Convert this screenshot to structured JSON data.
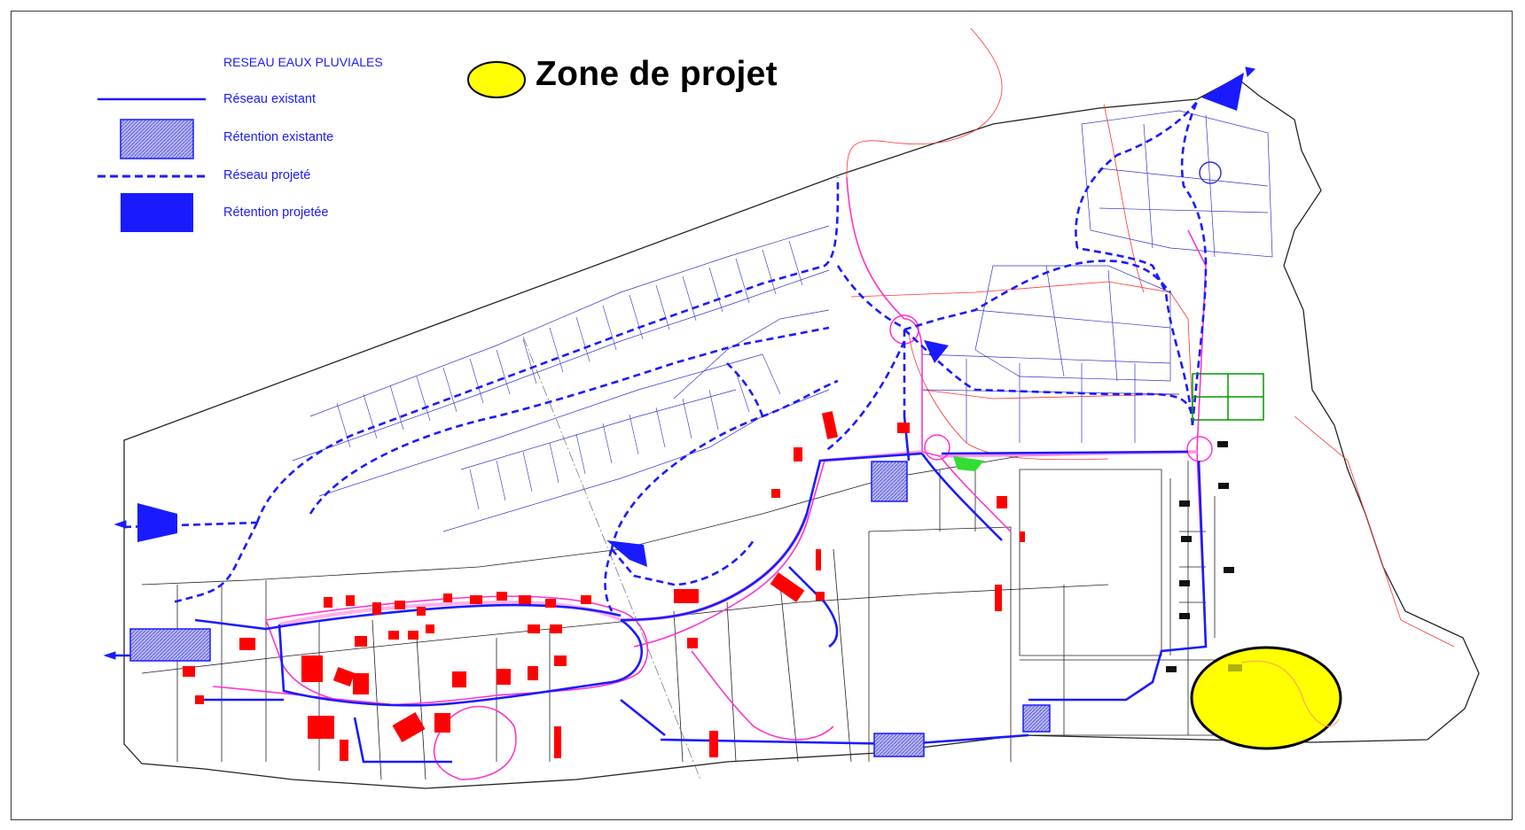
{
  "legend": {
    "title": "RESEAU EAUX PLUVIALES",
    "items": [
      {
        "label": "Réseau existant",
        "symbol": "solid-line"
      },
      {
        "label": "Rétention existante",
        "symbol": "hatched-box"
      },
      {
        "label": "Réseau projeté",
        "symbol": "dashed-line"
      },
      {
        "label": "Rétention projetée",
        "symbol": "solid-box"
      }
    ]
  },
  "zone": {
    "label": "Zone de projet",
    "color": "#ffff00"
  },
  "colors": {
    "network": "#1a1aff",
    "buildings": "#ff0000",
    "roads": "#ff33cc",
    "parcels": "#3333cc",
    "boundary": "#222222",
    "green": "#00cc00"
  }
}
